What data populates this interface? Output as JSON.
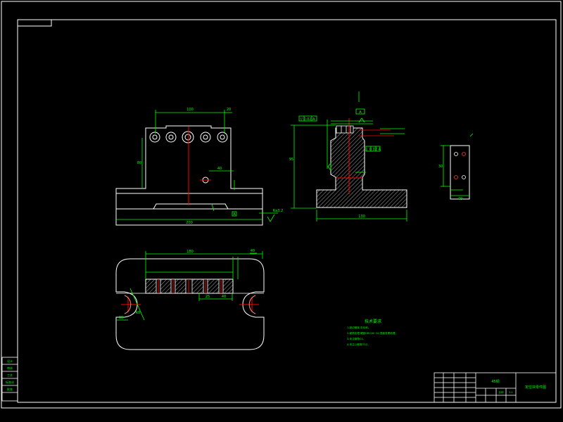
{
  "colors": {
    "background": "#000000",
    "frame": "#ffffff",
    "part": "#ffffff",
    "dimension": "#00ff00",
    "centerline": "#ff0000",
    "hatch": "#ffffff",
    "notes": "#00ff00"
  },
  "dims": {
    "top_width": "100",
    "top_right": "20",
    "left_height": "80",
    "hole_offset": "40",
    "base_width": "200",
    "side_total_height": "95",
    "side_base_width": "130",
    "small_width": "40",
    "small_height": "30",
    "plan_width": "180",
    "plan_right": "40",
    "plan_slot_a": "25",
    "plan_slot_b": "40",
    "plan_radius": "R8",
    "plan_left_small": "18"
  },
  "gdt": {
    "frame1": "// 0.02 A",
    "frame2": "⊥ 0.02 A",
    "datum": "A",
    "roughness": "Ra3.2"
  },
  "notes": {
    "title": "技术要求",
    "lines": [
      "1.锐边倒钝,去毛刺。",
      "2.调质处理,硬度HRC28~32,表面发黑处理。",
      "3.未注倒角C1。",
      "4.未注公差按IT12。"
    ]
  },
  "title_block": {
    "material": "45钢",
    "drawing_name": "定位块零件图",
    "scale_label": "比例",
    "scale": "1:1"
  },
  "left_table": {
    "rows": [
      "设计",
      "审核",
      "工艺",
      "标准化",
      "批准"
    ]
  }
}
